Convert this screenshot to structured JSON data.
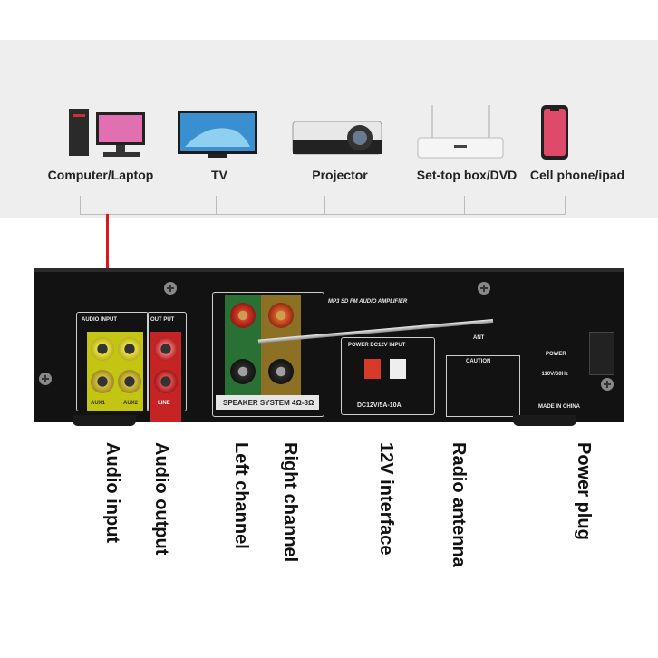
{
  "devices": [
    {
      "label": "Computer/Laptop",
      "icon": "computer-icon"
    },
    {
      "label": "TV",
      "icon": "tv-icon"
    },
    {
      "label": "Projector",
      "icon": "projector-icon"
    },
    {
      "label": "Set-top box/DVD",
      "icon": "router-icon"
    },
    {
      "label": "Cell phone/ipad",
      "icon": "phone-icon"
    }
  ],
  "panel": {
    "audio_input": "AUDIO INPUT",
    "output": "OUT PUT",
    "aux1": "AUX1",
    "aux2": "AUX2",
    "line": "LINE",
    "model": "MP3 SD FM AUDIO AMPLIFIER",
    "speaker_system": "SPEAKER SYSTEM 4Ω-8Ω",
    "power_dc": "POWER DC12V INPUT",
    "dc_rating": "DC12V/5A-10A",
    "ant": "ANT",
    "caution": "CAUTION",
    "power": "POWER",
    "voltage": "~110V/60Hz",
    "made_in": "MADE IN CHINA"
  },
  "callouts": [
    "Audio input",
    "Audio output",
    "Left channel",
    "Right channel",
    "12V interface",
    "Radio antenna",
    "Power plug"
  ],
  "colors": {
    "highlight_red": "#d71920",
    "highlight_yellow": "#ecec14",
    "panel": "#121212"
  }
}
